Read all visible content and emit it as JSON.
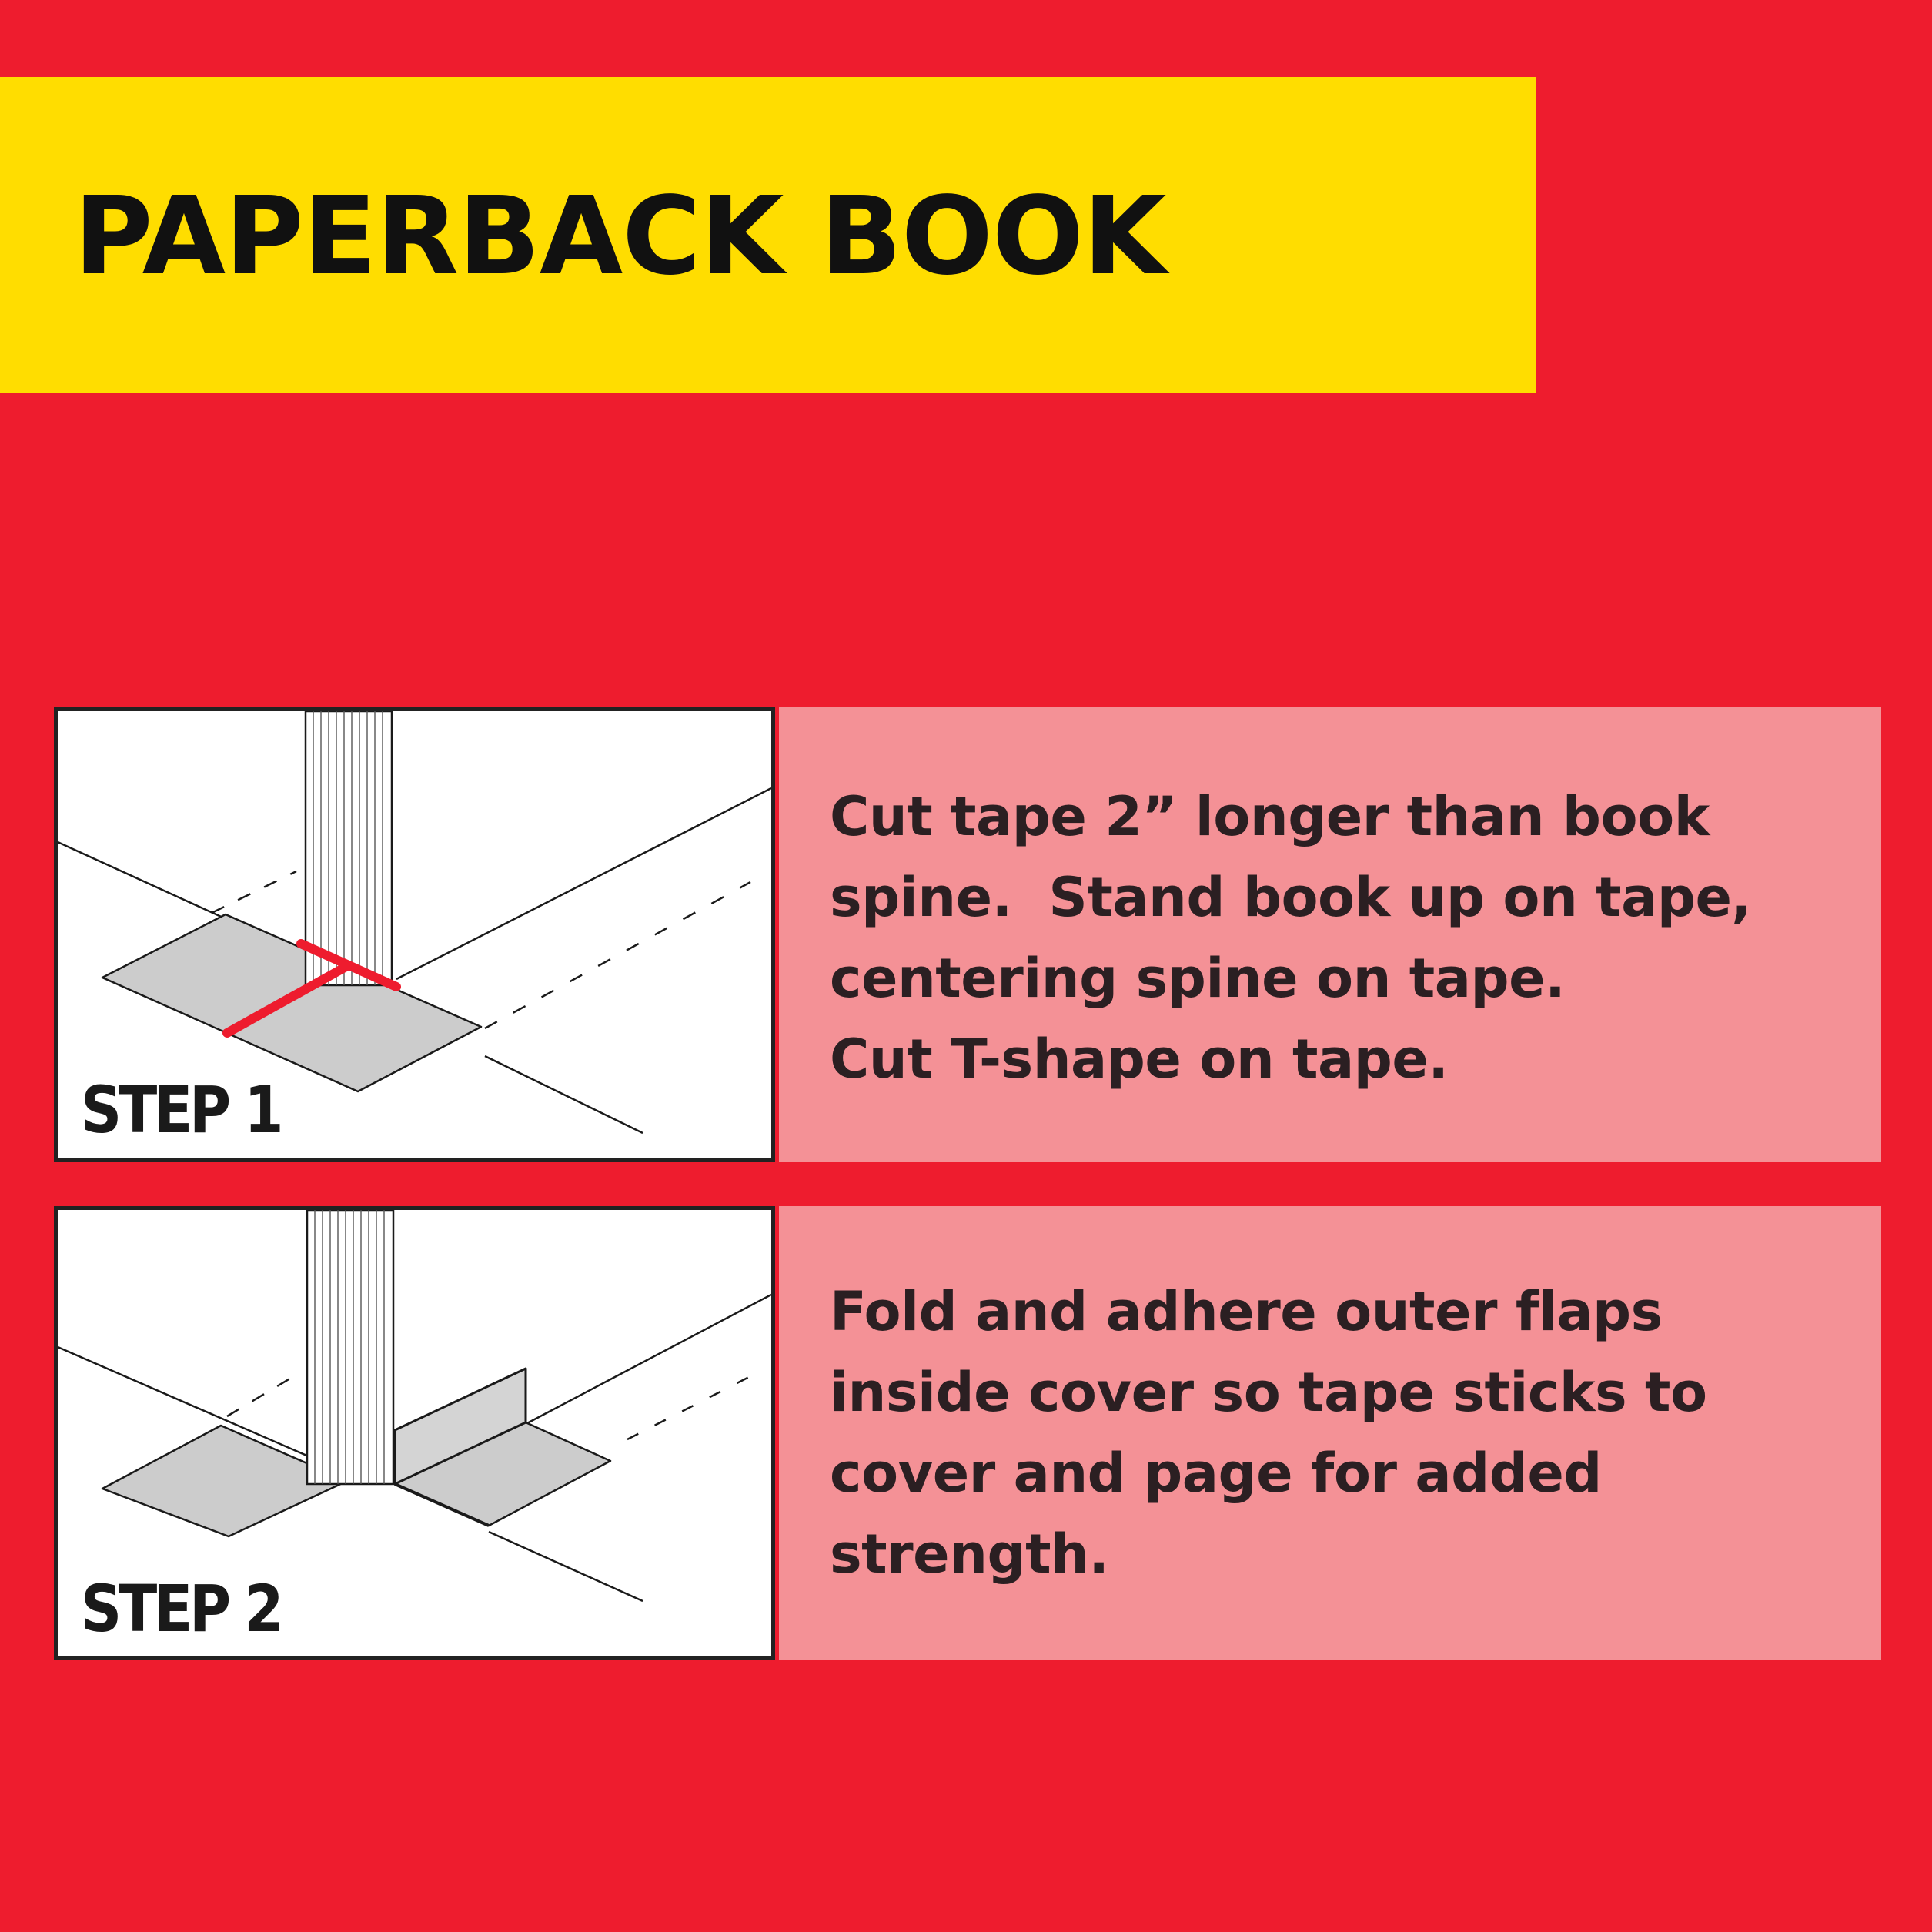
{
  "header": {
    "title": "PAPERBACK BOOK"
  },
  "steps": [
    {
      "label": "STEP 1",
      "lines": [
        "Cut tape 2” longer than book",
        "spine.  Stand book up on tape,",
        "centering spine on tape.",
        "Cut T-shape on tape."
      ]
    },
    {
      "label": "STEP 2",
      "lines": [
        "Fold and adhere outer flaps",
        "inside cover so tape sticks to",
        "cover and page for added",
        "strength."
      ]
    }
  ],
  "colors": {
    "background": "#ee1c2e",
    "title_banner": "#ffdd00",
    "text_panel": "#f49196",
    "tape": "#cccccc",
    "cut_line": "#ee1c2e"
  },
  "icons": {
    "step1": "book-on-tape-t-cut-illustration",
    "step2": "book-folded-flaps-illustration"
  }
}
